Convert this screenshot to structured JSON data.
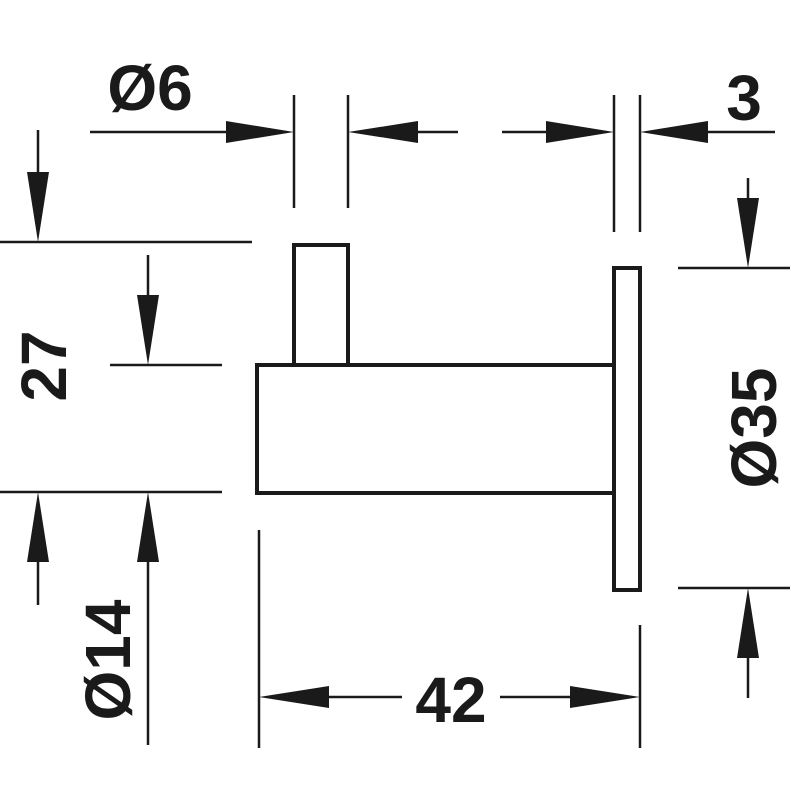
{
  "dimensions": {
    "pin_diameter": "Ø6",
    "plate_thickness": "3",
    "height": "27",
    "rod_diameter": "Ø14",
    "depth": "42",
    "plate_diameter": "Ø35"
  }
}
